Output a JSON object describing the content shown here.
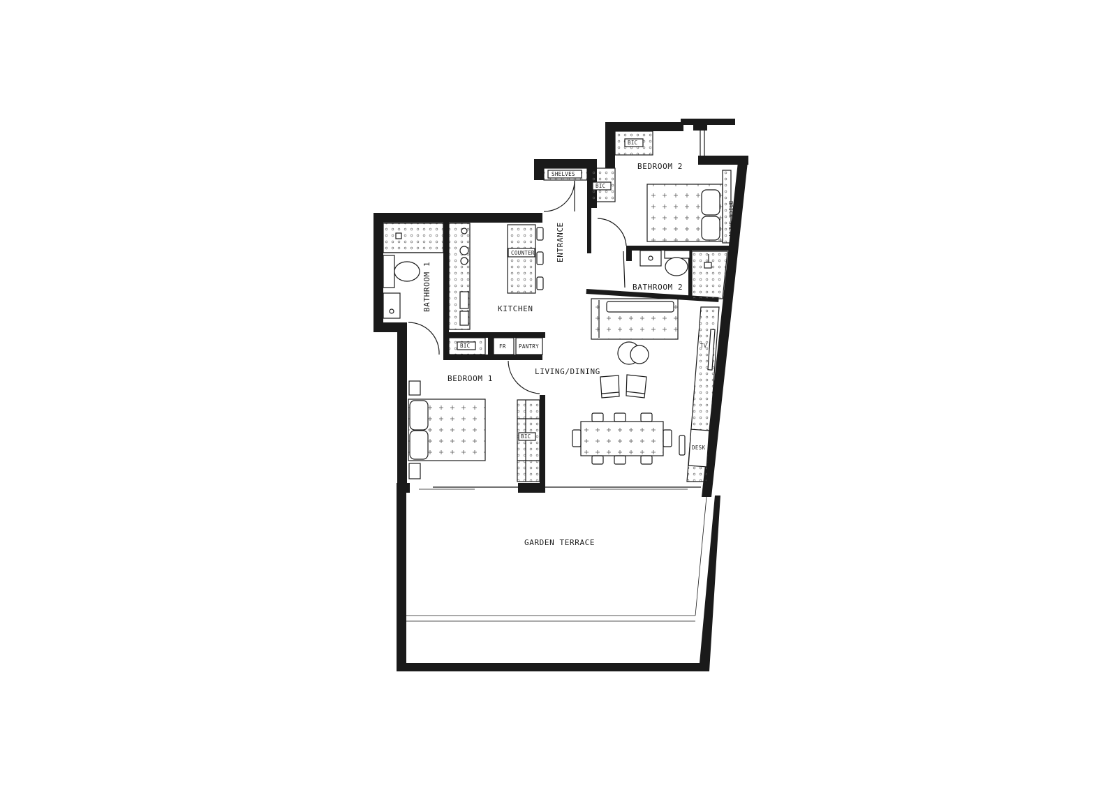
{
  "rooms": {
    "garden_terrace": "GARDEN TERRACE",
    "living_dining": "LIVING/DINING",
    "kitchen": "KITCHEN",
    "entrance": "ENTRANCE",
    "bedroom_1": "BEDROOM 1",
    "bedroom_2": "BEDROOM 2",
    "bathroom_1": "BATHROOM 1",
    "bathroom_2": "BATHROOM 2"
  },
  "fixtures": {
    "counter": "COUNTER",
    "shelves": "SHELVES",
    "bic": "BIC",
    "fr": "FR",
    "pantry": "PANTRY",
    "tv": "TV",
    "desk": "DESK",
    "brick_shelf": "BRICK SHELF"
  },
  "colors": {
    "wall": "#1a1a1a",
    "background": "#ffffff"
  }
}
